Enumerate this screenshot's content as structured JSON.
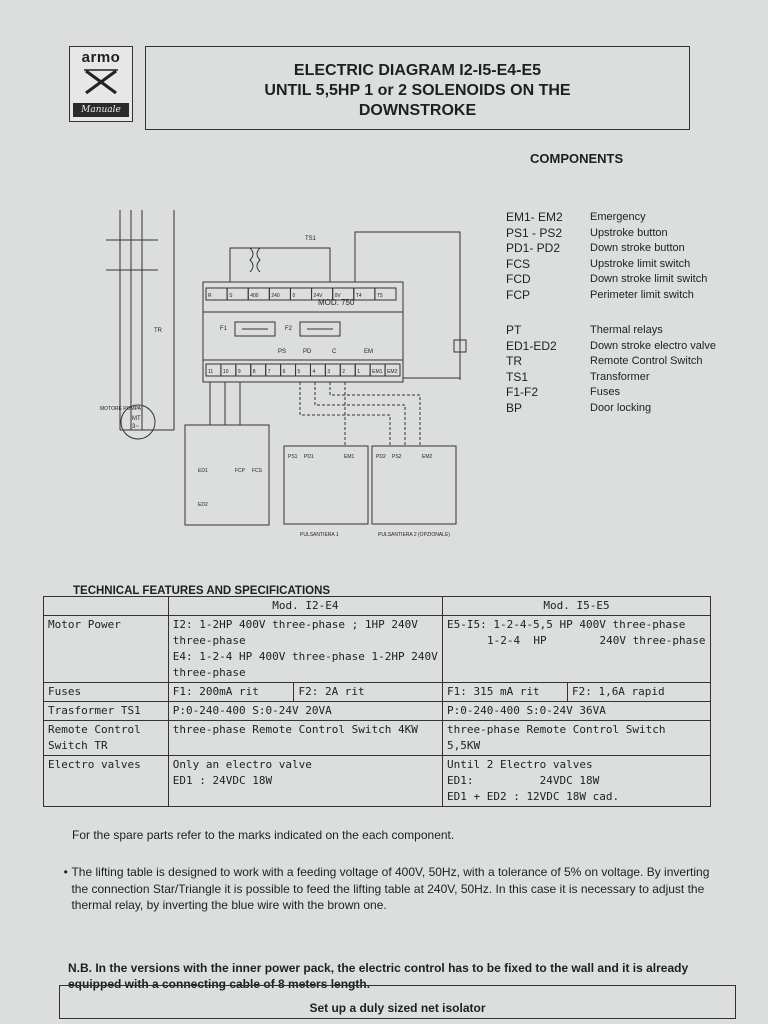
{
  "logo": {
    "brand": "armo",
    "script": "Manuale"
  },
  "title": {
    "line1": "ELECTRIC DIAGRAM I2-I5-E4-E5",
    "line2": "UNTIL 5,5HP 1 or 2 SOLENOIDS ON THE",
    "line3": "DOWNSTROKE"
  },
  "components": {
    "heading": "COMPONENTS",
    "group1": [
      {
        "code": "EM1-  EM2",
        "desc": "Emergency"
      },
      {
        "code": "PS1 -  PS2",
        "desc": "Upstroke button"
      },
      {
        "code": "PD1-  PD2",
        "desc": "Down stroke button"
      },
      {
        "code": "FCS",
        "desc": "Upstroke limit switch"
      },
      {
        "code": "FCD",
        "desc": "Down stroke limit switch"
      },
      {
        "code": "FCP",
        "desc": "Perimeter limit switch"
      }
    ],
    "group2": [
      {
        "code": "PT",
        "desc": "Thermal relays"
      },
      {
        "code": "ED1-ED2",
        "desc": "Down stroke electro valve"
      },
      {
        "code": "TR",
        "desc": "Remote Control Switch"
      },
      {
        "code": "TS1",
        "desc": "Transformer"
      },
      {
        "code": "F1-F2",
        "desc": "Fuses"
      },
      {
        "code": "BP",
        "desc": "Door locking"
      }
    ]
  },
  "diagram": {
    "mod_label": "MOD. 750",
    "terminals_top": [
      "R",
      "S",
      "400",
      "240",
      "0",
      "24V",
      "0V",
      "T4",
      "T5"
    ],
    "terminals_bottom": [
      "11",
      "10",
      "9",
      "8",
      "7",
      "6",
      "5",
      "4",
      "3",
      "2",
      "1",
      "EM1",
      "EM2"
    ],
    "group_labels": [
      "PS",
      "PD",
      "C",
      "EM"
    ],
    "fuse_labels": [
      "F1",
      "F2"
    ],
    "transformer_label": "TS1",
    "tr_label": "TR",
    "motor_label": "MOTORE POMPA",
    "motor_symbol": "MT",
    "motor_phase": "3~",
    "panel1_label": "PULSANTIERA 1",
    "panel2_label": "PULSANTIERA 2 (OPZIONALE)",
    "panel1_codes": [
      "PS1",
      "PD1",
      "EM1"
    ],
    "panel2_codes": [
      "PD2",
      "PS2",
      "EM2"
    ],
    "valve_codes": [
      "ED1",
      "ED2",
      "FCP",
      "FCS"
    ]
  },
  "spec": {
    "heading": "TECHNICAL FEATURES AND SPECIFICATIONS",
    "col_a": "Mod. I2-E4",
    "col_b": "Mod. I5-E5",
    "rows": {
      "motor": {
        "label": "Motor Power",
        "a_line1": "I2: 1-2HP  400V three-phase ; 1HP 240V",
        "a_line2": "three-phase",
        "a_line3": "E4: 1-2-4 HP  400V three-phase 1-2HP 240V",
        "a_line4": "three-phase",
        "b_line1": "E5-I5: 1-2-4-5,5 HP  400V three-phase",
        "b_line2": "1-2-4  HP        240V three-phase"
      },
      "fuses": {
        "label": "Fuses",
        "a1": "F1: 200mA rit",
        "a2": "F2: 2A rit",
        "b1": "F1: 315 mA rit",
        "b2": "F2: 1,6A rapid"
      },
      "transformer": {
        "label": "Trasformer TS1",
        "a": "P:0-240-400 S:0-24V 20VA",
        "b": "P:0-240-400 S:0-24V 36VA"
      },
      "remote": {
        "label_line1": "Remote Control",
        "label_line2": "Switch TR",
        "a": "three-phase Remote Control Switch 4KW",
        "b_line1": "three-phase Remote Control Switch",
        "b_line2": "5,5KW"
      },
      "valves": {
        "label": "Electro valves",
        "a_line1": "Only an electro valve",
        "a_line2": "ED1 : 24VDC 18W",
        "b_line1": "Until 2 Electro valves",
        "b_line2": "ED1:          24VDC 18W",
        "b_line3": "ED1 + ED2 : 12VDC 18W cad."
      }
    }
  },
  "note": "For the spare parts refer to the marks indicated on the each component.",
  "bullet": "The lifting table is designed to work with a feeding voltage of 400V, 50Hz, with a tolerance of 5% on voltage. By inverting the connection Star/Triangle it is possible to feed the lifting table at 240V, 50Hz. In this case it is necessary to adjust the thermal relay, by inverting the blue wire with the brown one.",
  "nb": "N.B. In the versions with the inner power pack, the electric control  has to be fixed to the wall and it is already equipped with a connecting cable of 8 meters length.",
  "isolator": "Set up a duly sized net isolator"
}
